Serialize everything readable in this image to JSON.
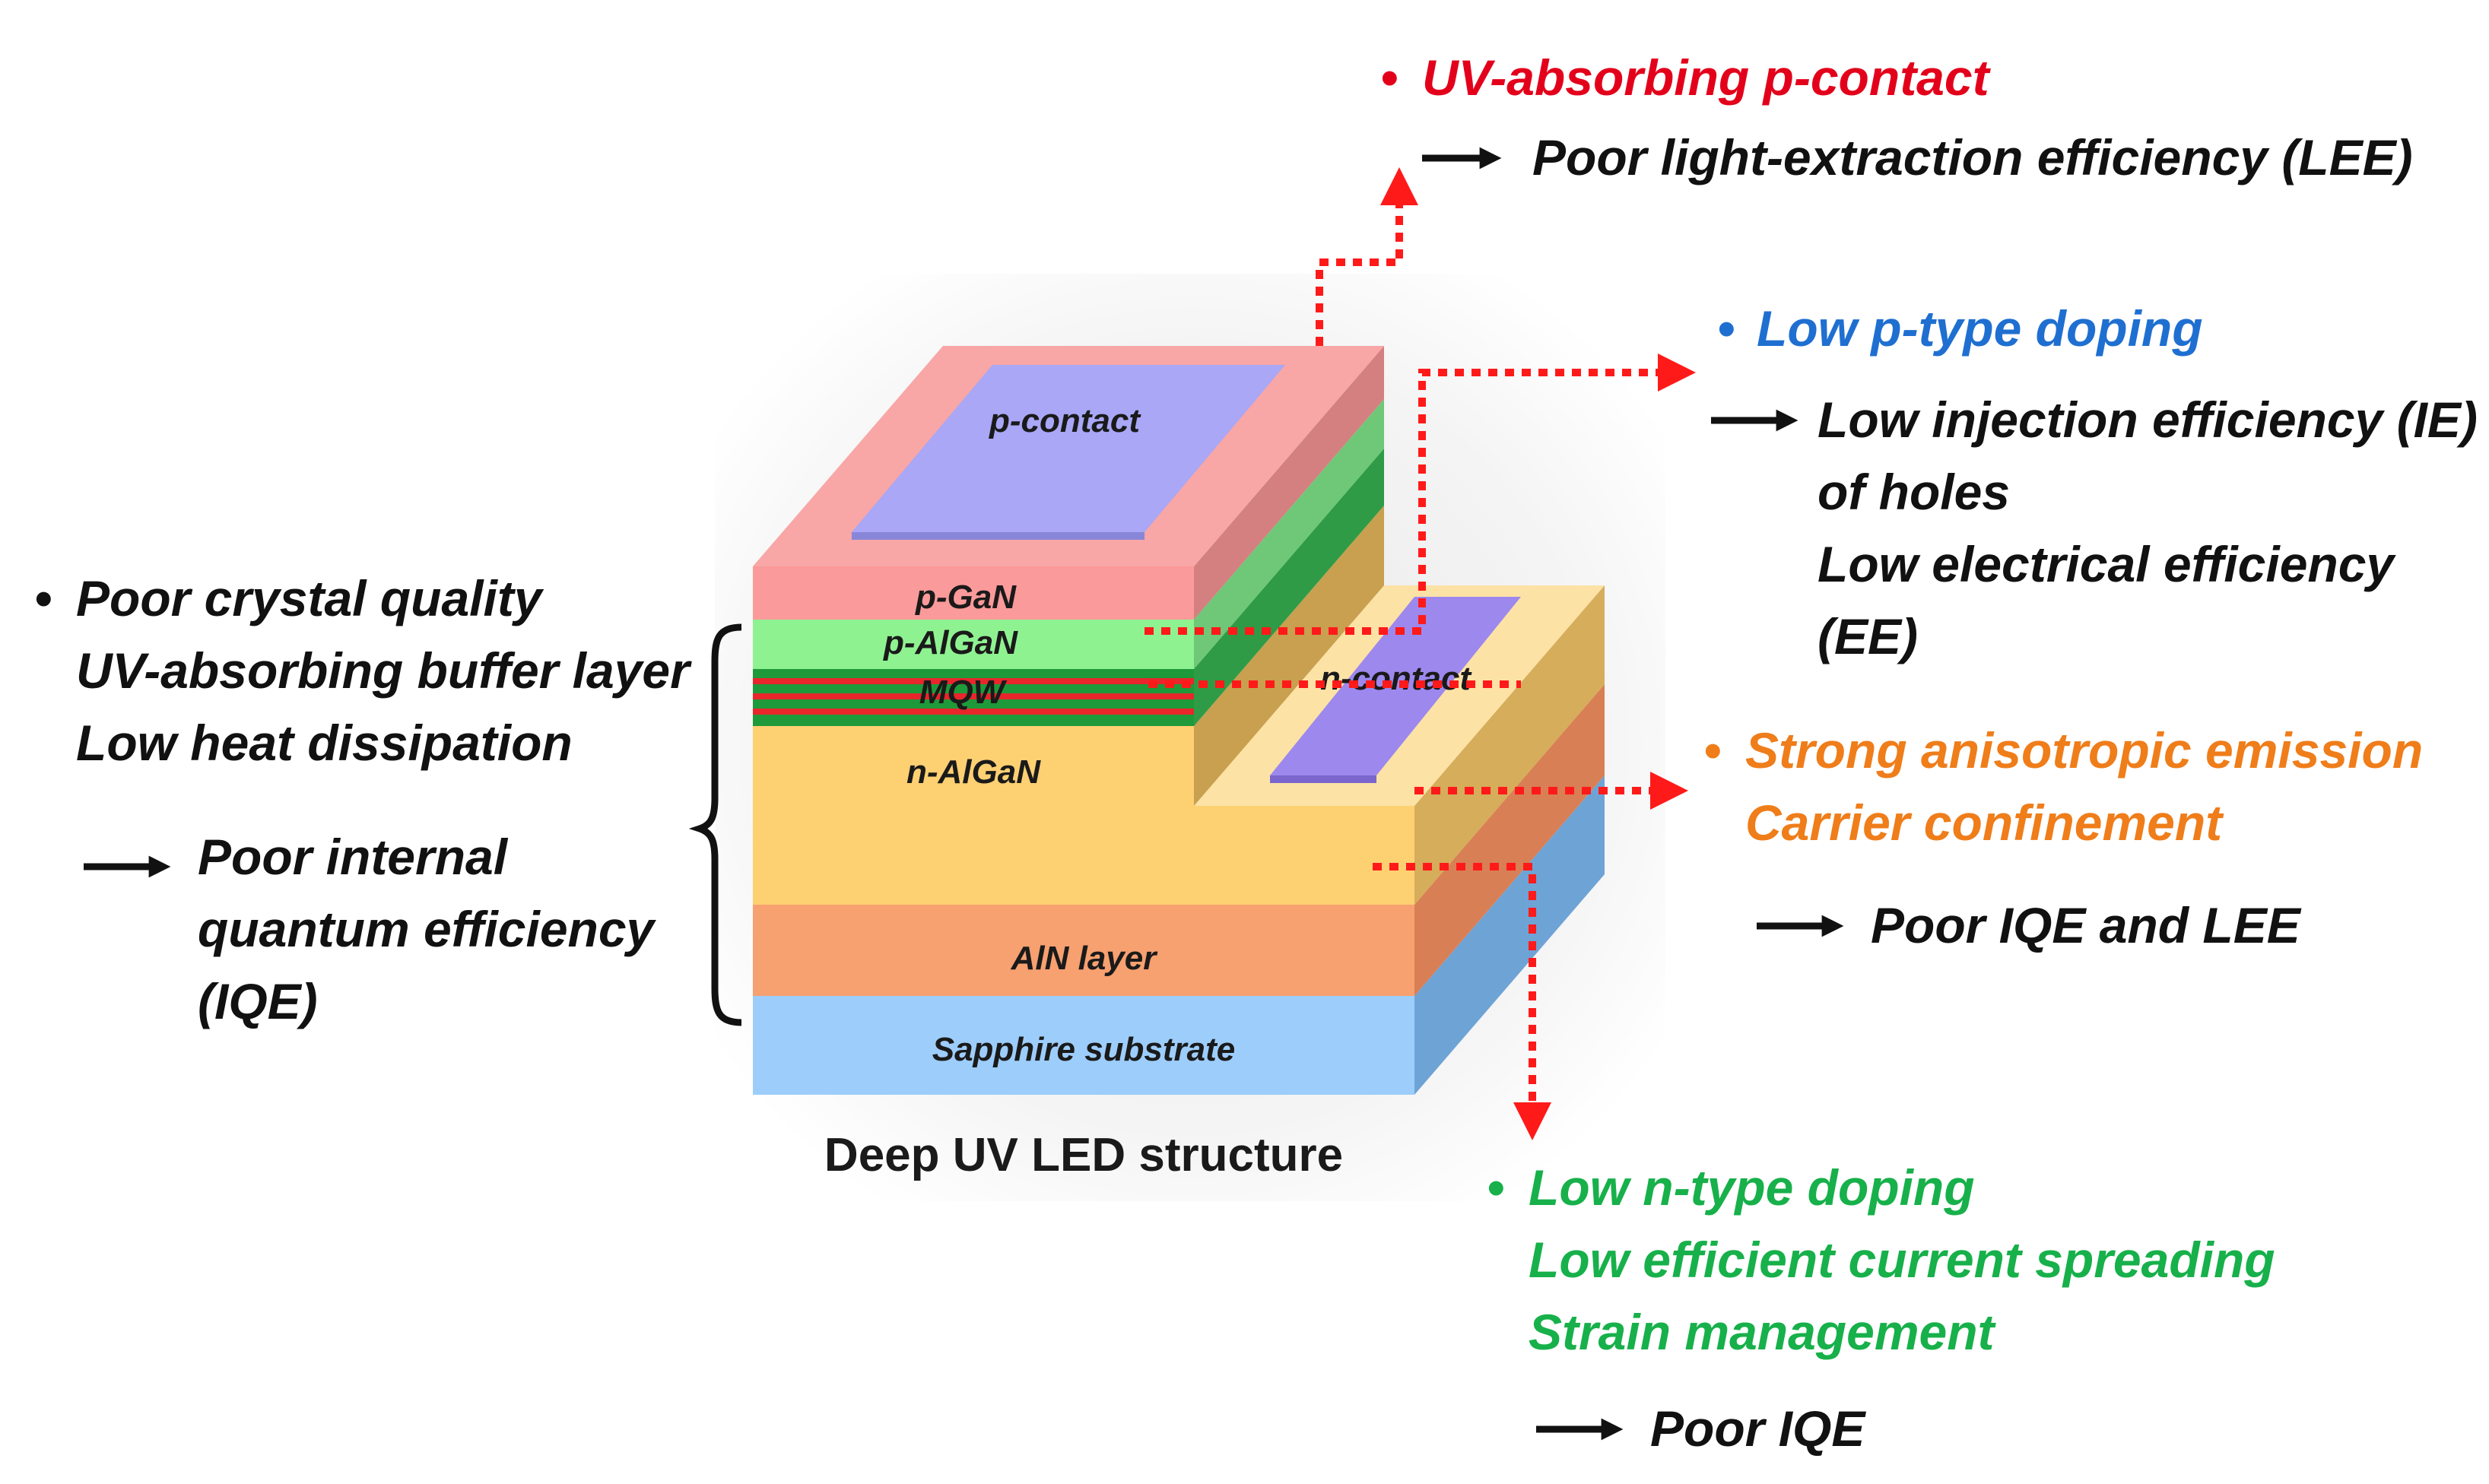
{
  "colors": {
    "red": "#e3001b",
    "blue": "#1f6fd1",
    "orange": "#ef7d1a",
    "green": "#17b04a",
    "black": "#111111",
    "arrow_red": "#ff1a1a"
  },
  "device": {
    "caption": "Deep UV LED structure",
    "layers": {
      "p_contact": "p-contact",
      "n_contact": "n-contact",
      "p_gan": "p-GaN",
      "p_algan": "p-AlGaN",
      "mqw": "MQW",
      "n_algan": "n-AlGaN",
      "aln": "AlN layer",
      "sapphire": "Sapphire substrate"
    }
  },
  "left_note": {
    "bullet": "•",
    "lines": [
      "Poor crystal quality",
      "UV-absorbing buffer layer",
      "Low heat dissipation"
    ],
    "result": [
      "Poor internal",
      "quantum efficiency",
      "(IQE)"
    ]
  },
  "note_red": {
    "bullet": "•",
    "line": "UV-absorbing p-contact",
    "result": "Poor light-extraction efficiency (LEE)"
  },
  "note_blue": {
    "bullet": "•",
    "line": "Low p-type doping",
    "result": [
      "Low injection efficiency (IE)",
      "of holes",
      "Low electrical efficiency",
      "(EE)"
    ]
  },
  "note_orange": {
    "bullet": "•",
    "lines": [
      "Strong anisotropic emission",
      "Carrier  confinement"
    ],
    "result": "Poor IQE and LEE"
  },
  "note_green": {
    "bullet": "•",
    "lines": [
      "Low n-type doping",
      "Low efficient current spreading",
      "Strain management"
    ],
    "result": "Poor IQE"
  }
}
